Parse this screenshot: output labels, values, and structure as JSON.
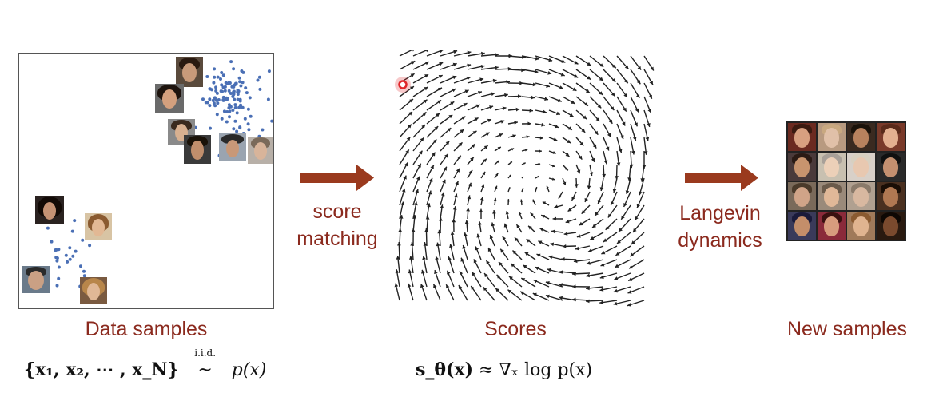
{
  "panels": {
    "data": {
      "caption": "Data samples"
    },
    "scores": {
      "caption": "Scores"
    },
    "new": {
      "caption": "New samples"
    }
  },
  "steps": {
    "score_matching": {
      "line1": "score",
      "line2": "matching"
    },
    "langevin": {
      "line1": "Langevin",
      "line2": "dynamics"
    }
  },
  "formulas": {
    "data": {
      "set": "{x₁, x₂, ⋯ , x_N}",
      "iid": "i.i.d.",
      "tilde": "~",
      "dist": "p(x)"
    },
    "scores": {
      "lhs": "s_θ(x)",
      "approx": "≈",
      "rhs": "∇ₓ log p(x)"
    }
  },
  "colors": {
    "accent": "#8b2a1e",
    "arrow": "#9a3a1e",
    "points": "#4a6fb5",
    "field": "#222222",
    "marker": "#e0262a"
  }
}
